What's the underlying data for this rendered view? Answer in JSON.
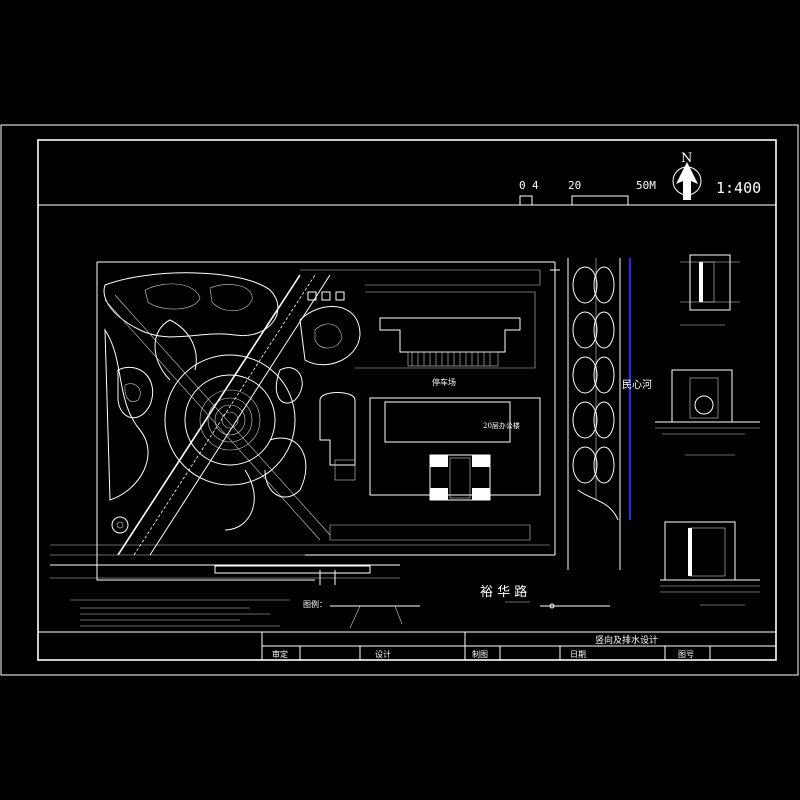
{
  "scale_bar": {
    "ticks": [
      "0",
      "4",
      "20",
      "50M"
    ],
    "north": "N",
    "ratio": "1:400"
  },
  "labels": {
    "river": "民心河",
    "road": "裕    华    路",
    "office": "20层办公楼",
    "parking": "停车场",
    "legend_title": "图例："
  },
  "title_block": {
    "drawing_title": "竖向及排水设计",
    "review": "审定",
    "design": "设计",
    "drafting": "制图",
    "date": "日期",
    "drawing_no": "图号"
  },
  "colors": {
    "background": "#000000",
    "lines": "#ffffff",
    "river": "#2a2aff"
  }
}
